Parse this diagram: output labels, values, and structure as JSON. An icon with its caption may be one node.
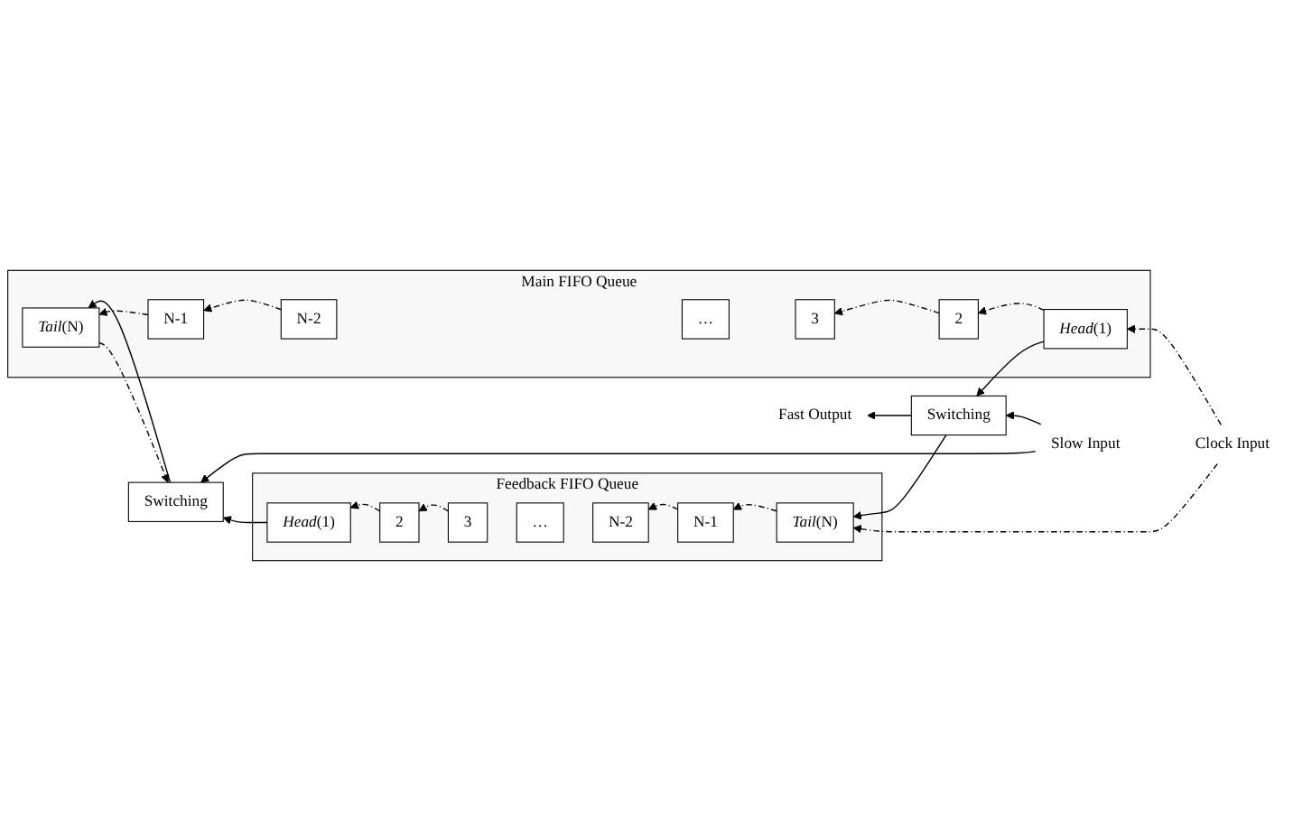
{
  "diagram": {
    "nodes": [
      {
        "text": [
          "Slow Input"
        ]
      },
      {
        "text": [
          "Switching"
        ]
      },
      {
        "text": [
          "Feedback FIFO Queue"
        ]
      },
      {
        "text": [
          "*Head*(1)"
        ],
        "in": 2
      },
      {
        "text": [
          "2"
        ],
        "in": 2
      },
      {
        "text": [
          "3"
        ],
        "in": 2
      },
      {
        "text": [
          "…"
        ],
        "in": 2
      },
      {
        "text": [
          "N-2"
        ],
        "in": 2
      },
      {
        "text": [
          "N-1"
        ],
        "in": 2
      },
      {
        "text": [
          "*Tail*(N)"
        ],
        "in": 2
      },
      {
        "text": [
          "Switching"
        ]
      },
      {
        "text": [
          "Main FIFO Queue"
        ]
      },
      {
        "text": [
          "*Tail*(N)"
        ],
        "in": 11
      },
      {
        "text": [
          "N-1"
        ],
        "in": 11
      },
      {
        "text": [
          "N-2"
        ],
        "in": 11
      },
      {
        "text": [
          "…"
        ],
        "in": 11
      },
      {
        "text": [
          "3"
        ],
        "in": 11
      },
      {
        "text": [
          "2"
        ],
        "in": 11
      },
      {
        "text": [
          "*Head*(1)"
        ],
        "in": 11
      },
      {
        "text": [
          "Clock Input"
        ]
      },
      {
        "text": [
          "Fast Output"
        ]
      }
    ],
    "edges": [
      {
        "from": 0,
        "to": 1,
        "arrow": "to"
      },
      {
        "from": 0,
        "to": 10,
        "arrow": "to"
      },
      {
        "from": 3,
        "to": 1,
        "arrow": "to"
      },
      {
        "from": 1,
        "to": 12,
        "arrow": "to"
      },
      {
        "from": 10,
        "to": 9,
        "arrow": "to"
      },
      {
        "from": 18,
        "to": 10,
        "arrow": "to"
      },
      {
        "from": 10,
        "to": 20,
        "arrow": "to"
      },
      {
        "from": 4,
        "to": 3,
        "arrow": "to",
        "style": "dashed"
      },
      {
        "from": 5,
        "to": 4,
        "arrow": "to",
        "style": "dashed"
      },
      {
        "from": 8,
        "to": 7,
        "arrow": "to",
        "style": "dashed"
      },
      {
        "from": 9,
        "to": 8,
        "arrow": "to",
        "style": "dashed"
      },
      {
        "from": 12,
        "to": 1,
        "arrow": "to",
        "style": "dashed"
      },
      {
        "from": 13,
        "to": 12,
        "arrow": "to",
        "style": "dashed"
      },
      {
        "from": 14,
        "to": 13,
        "arrow": "to",
        "style": "dashed"
      },
      {
        "from": 17,
        "to": 16,
        "arrow": "to",
        "style": "dashed"
      },
      {
        "from": 18,
        "to": 17,
        "arrow": "to",
        "style": "dashed"
      },
      {
        "from": 19,
        "to": 18,
        "arrow": "to",
        "style": "dashed"
      },
      {
        "from": 19,
        "to": 9,
        "arrow": "to",
        "style": "dashed"
      }
    ]
  }
}
